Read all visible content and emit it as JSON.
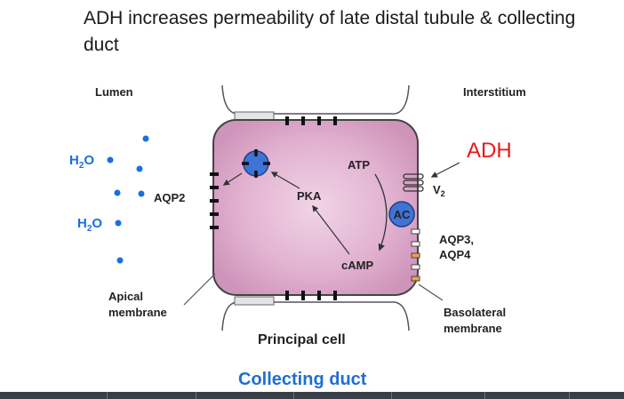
{
  "title": "ADH increases permeability of late distal tubule & collecting duct",
  "labels": {
    "lumen": "Lumen",
    "interstitium": "Interstitium",
    "adh": "ADH",
    "atp": "ATP",
    "pka": "PKA",
    "ac": "AC",
    "camp": "cAMP",
    "aqp2": "AQP2",
    "aqp34_line1": "AQP3,",
    "aqp34_line2": "AQP4",
    "v2": "V",
    "v2_sub": "2",
    "apical_line1": "Apical",
    "apical_line2": "membrane",
    "basolateral_line1": "Basolateral",
    "basolateral_line2": "membrane",
    "principal_cell": "Principal cell",
    "collecting_duct": "Collecting duct",
    "h2o_1": "H",
    "h2o_1_sub": "2",
    "h2o_1_end": "O",
    "h2o_2": "H",
    "h2o_2_sub": "2",
    "h2o_2_end": "O"
  },
  "colors": {
    "cell_fill": "#d9a6c8",
    "cell_stroke": "#444444",
    "ac_fill": "#3f74d6",
    "adh": "#e8191c",
    "water": "#1a6fe0",
    "collecting_duct": "#1f6fd1",
    "aqp3": "#ffffff",
    "aqp4": "#f0a04b"
  }
}
